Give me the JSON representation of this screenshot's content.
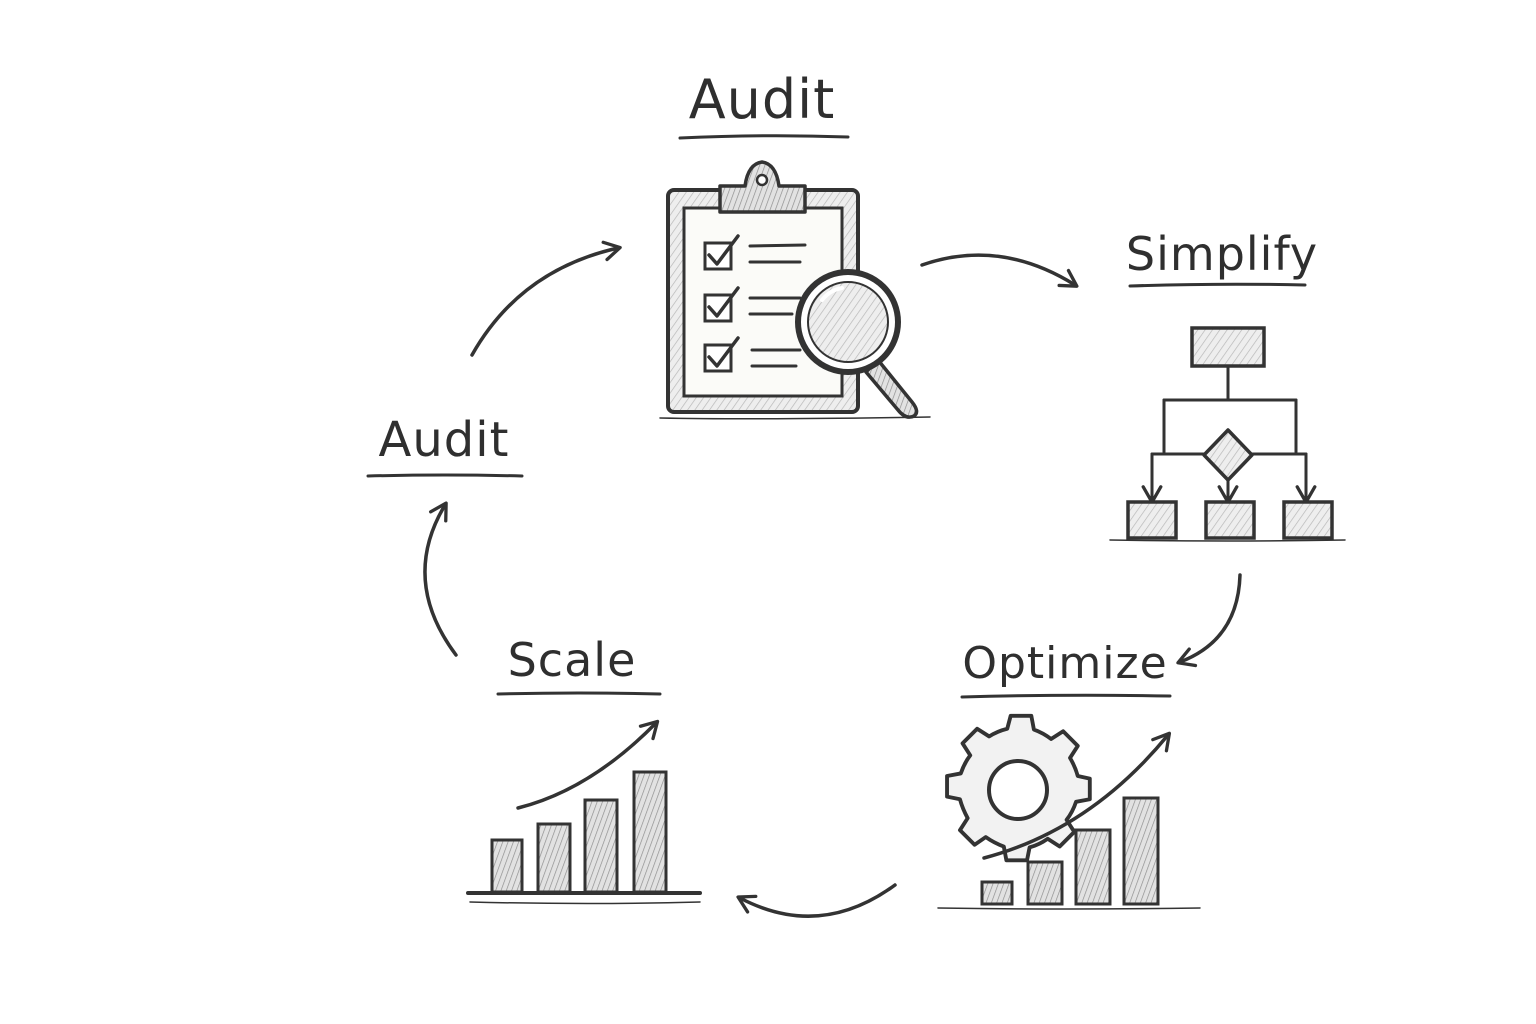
{
  "steps": [
    {
      "label": "Audit",
      "icon": "clipboard-magnifier-icon"
    },
    {
      "label": "Simplify",
      "icon": "flowchart-icon"
    },
    {
      "label": "Optimize",
      "icon": "gear-growth-chart-icon"
    },
    {
      "label": "Scale",
      "icon": "growth-bar-chart-icon"
    },
    {
      "label": "Audit",
      "icon": ""
    }
  ],
  "colors": {
    "ink": "#333333",
    "shade": "#e4e4e4",
    "background": "#ffffff"
  }
}
